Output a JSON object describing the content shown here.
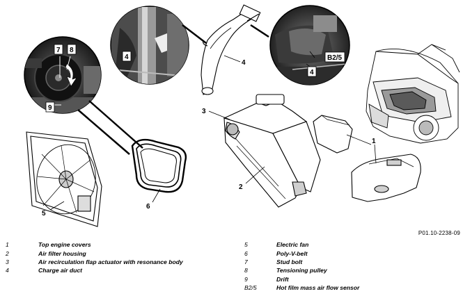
{
  "figure_code": "P01.10-2238-09",
  "callouts": {
    "top_engine_covers": "1",
    "air_filter_housing": "2",
    "resonance_body": "3",
    "charge_air_duct_detail": "4",
    "charge_air_duct_main": "4",
    "charge_air_duct_right_detail": "4",
    "electric_fan": "5",
    "poly_v_belt": "6",
    "stud_bolt": "7",
    "tensioning_pulley": "8",
    "drift": "9",
    "hfm_sensor": "B2/5"
  },
  "legend_left": [
    {
      "num": "1",
      "text": "Top engine covers"
    },
    {
      "num": "2",
      "text": "Air filter housing"
    },
    {
      "num": "3",
      "text": "Air recirculation flap actuator with resonance body"
    },
    {
      "num": "4",
      "text": "Charge air duct"
    }
  ],
  "legend_right": [
    {
      "num": "5",
      "text": "Electric fan"
    },
    {
      "num": "6",
      "text": "Poly-V-belt"
    },
    {
      "num": "7",
      "text": "Stud bolt"
    },
    {
      "num": "8",
      "text": "Tensioning pulley"
    },
    {
      "num": "9",
      "text": "Drift"
    },
    {
      "num": "B2/5",
      "text": "Hot film mass air flow sensor"
    }
  ]
}
